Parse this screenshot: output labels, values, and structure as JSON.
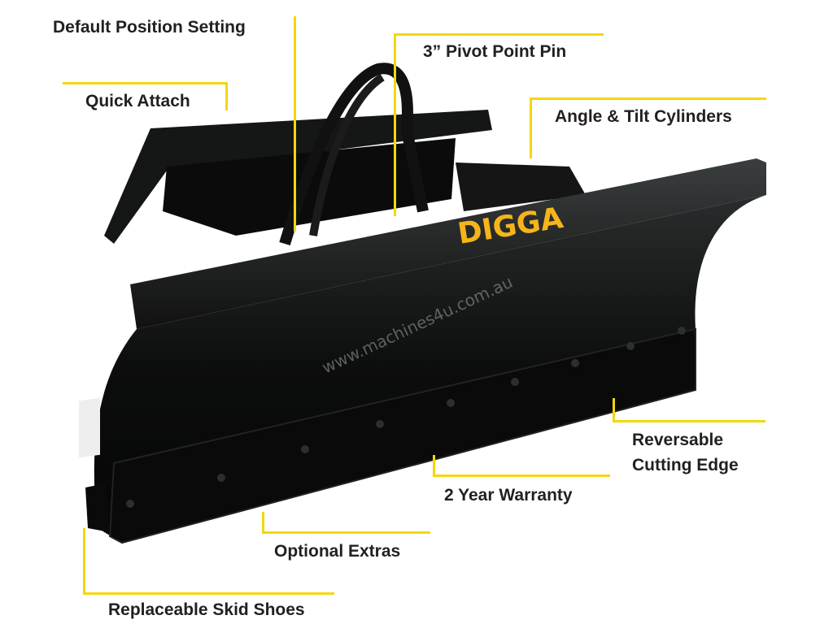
{
  "brand": "DIGGA",
  "watermark": "www.machines4u.com.au",
  "colors": {
    "accent": "#f3d70c",
    "blade": "#0e0f0f",
    "text": "#231f20",
    "logo": "#f5b51a"
  },
  "labels": {
    "default_position": "Default Position Setting",
    "pivot_pin": "3” Pivot Point Pin",
    "quick_attach": "Quick Attach",
    "angle_tilt": "Angle & Tilt Cylinders",
    "reversable_1": "Reversable",
    "reversable_2": "Cutting Edge",
    "warranty": "2 Year Warranty",
    "optional": "Optional Extras",
    "skid_shoes": "Replaceable Skid Shoes"
  }
}
